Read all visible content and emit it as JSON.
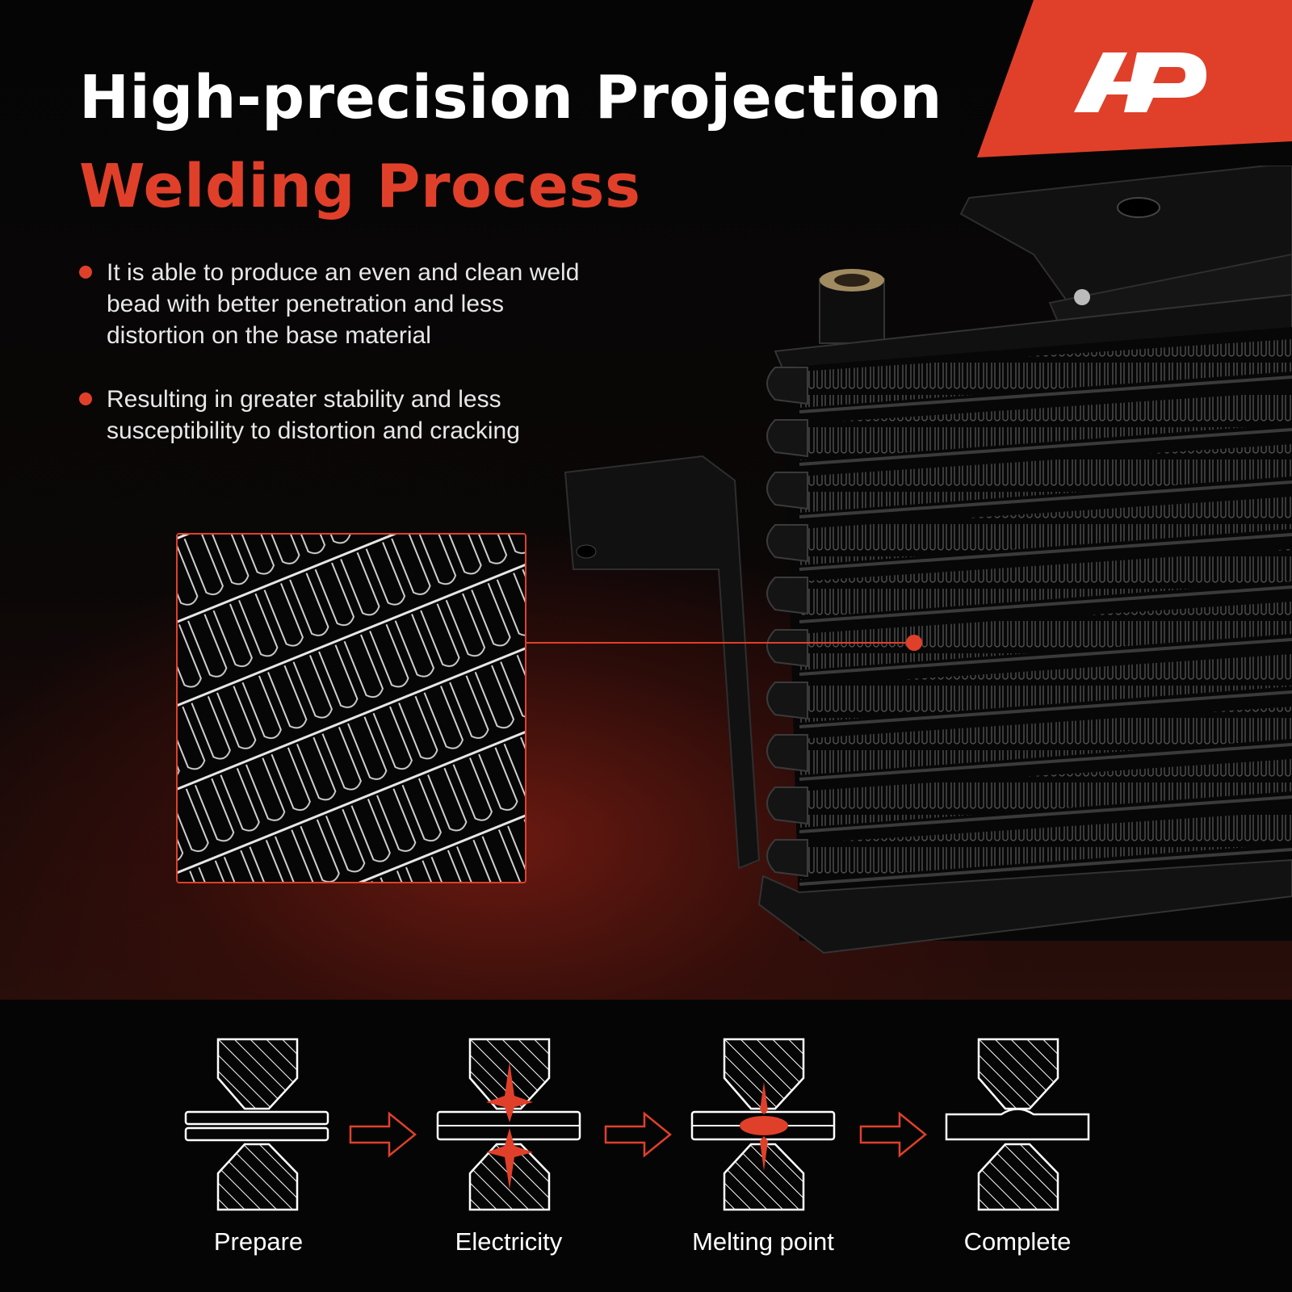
{
  "brand": {
    "logo_icon": "a-premium-logo-icon",
    "accent": "#e0402a"
  },
  "heading": {
    "line1": "High-precision Projection",
    "line2": "Welding Process"
  },
  "bullets": [
    "It is able to produce an even and clean weld bead with better penetration and less distortion on the base material",
    "Resulting in greater stability and less susceptibility to distortion and cracking"
  ],
  "steps": [
    {
      "label": "Prepare",
      "icon": "prepare-icon"
    },
    {
      "label": "Electricity",
      "icon": "electricity-icon"
    },
    {
      "label": "Melting point",
      "icon": "melting-point-icon"
    },
    {
      "label": "Complete",
      "icon": "complete-icon"
    }
  ]
}
